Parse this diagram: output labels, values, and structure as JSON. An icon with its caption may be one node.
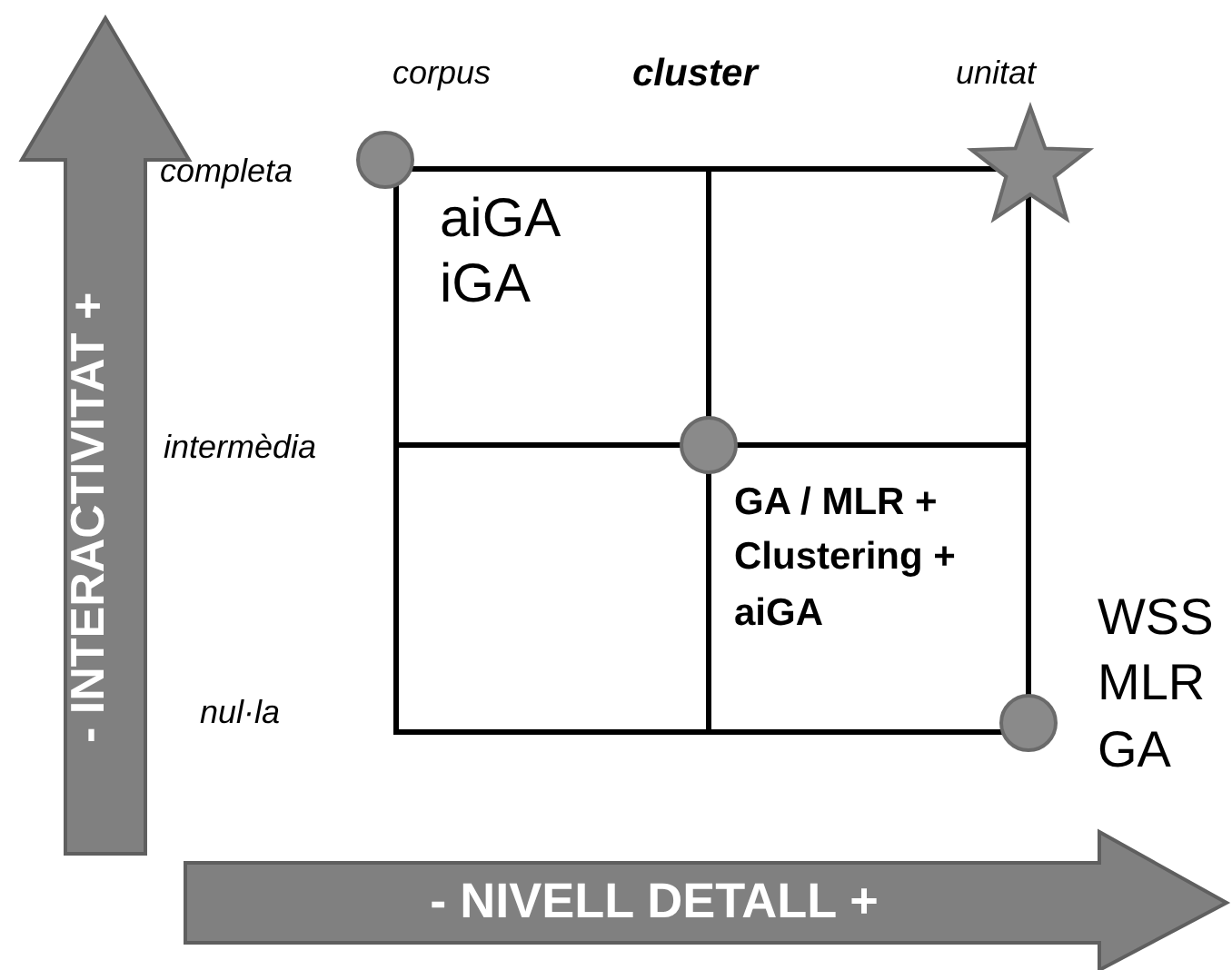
{
  "diagram": {
    "nodes": [
      {
        "text": [],
        "shape": "circle"
      },
      {
        "text": [],
        "shape": "star"
      },
      {
        "text": [],
        "shape": "circle"
      },
      {
        "text": [],
        "shape": "circle"
      }
    ],
    "labels": [
      "- INTERACTIVITAT +",
      "corpus",
      "cluster",
      "unitat",
      "completa",
      "aiGA iGA",
      "intermèdia",
      "GA / MLR + Clustering + aiGA",
      "nul·la",
      "WSS MLR GA",
      "- NIVELL DETALL +"
    ]
  }
}
